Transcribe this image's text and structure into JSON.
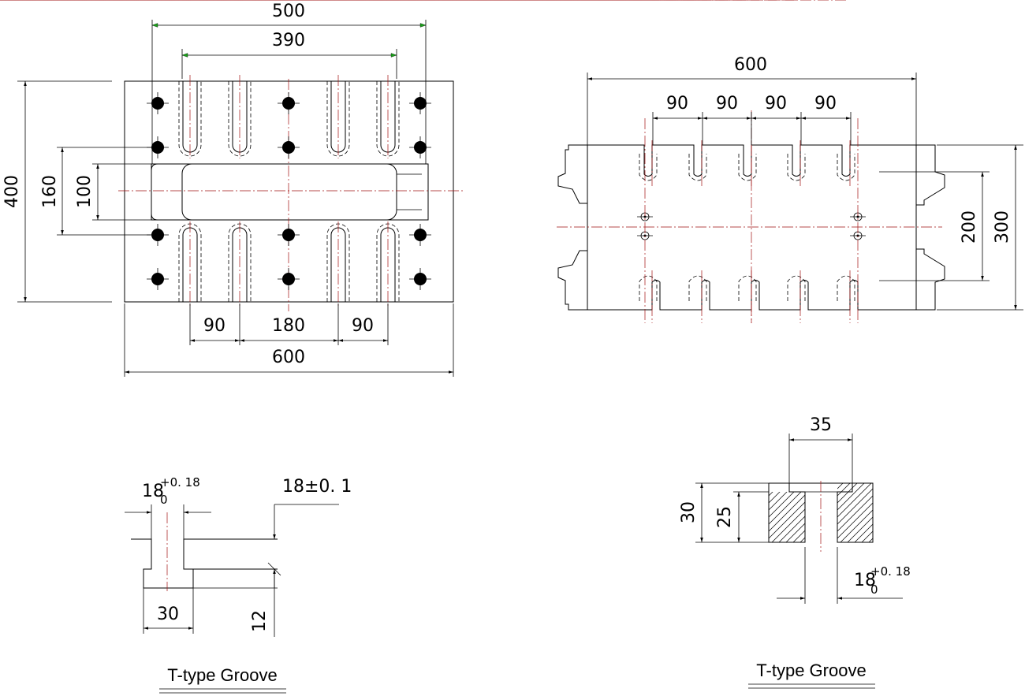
{
  "plan_view": {
    "dims": {
      "overall_width_top": "500",
      "hole_span": "390",
      "height": "400",
      "hole_spacing_v": "160",
      "slot_height": "100",
      "gap_left": "90",
      "gap_mid": "180",
      "gap_right": "90",
      "overall_width": "600"
    }
  },
  "side_view": {
    "dims": {
      "overall_width": "600",
      "pitch_1": "90",
      "pitch_2": "90",
      "pitch_3": "90",
      "pitch_4": "90",
      "inner_height": "200",
      "outer_height": "300"
    }
  },
  "groove_left": {
    "dims": {
      "slot_width_base": "18",
      "slot_width_sub": "0",
      "slot_width_tol": "+0. 18",
      "depth": "18±0. 1",
      "bottom_width": "30",
      "bottom_height": "12"
    },
    "caption": "T-type Groove"
  },
  "groove_right": {
    "dims": {
      "top_width": "35",
      "total_depth": "30",
      "neck_depth": "25",
      "slot_width_base": "18",
      "slot_width_sub": "0",
      "slot_width_tol": "+0. 18"
    },
    "caption": "T-type Groove"
  },
  "colors": {
    "line": "#000000",
    "centerline": "#a01010",
    "arrow_highlight": "#1aa01a"
  }
}
